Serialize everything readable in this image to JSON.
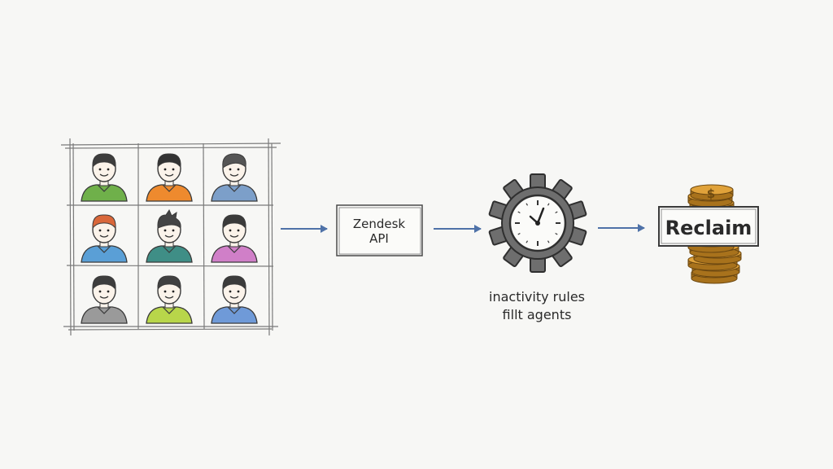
{
  "agents_grid": {
    "rows": 3,
    "cols": 3,
    "agents": [
      {
        "shirt": "#6fb04a",
        "hair": "#3d3d3d",
        "hair_style": "short"
      },
      {
        "shirt": "#ee8a2e",
        "hair": "#333333",
        "hair_style": "short"
      },
      {
        "shirt": "#7c9fc9",
        "hair": "#555555",
        "hair_style": "side"
      },
      {
        "shirt": "#5a9fd6",
        "hair": "#d9673a",
        "hair_style": "short"
      },
      {
        "shirt": "#3f8e86",
        "hair": "#444444",
        "hair_style": "spiky"
      },
      {
        "shirt": "#d07fc8",
        "hair": "#3a3a3a",
        "hair_style": "short"
      },
      {
        "shirt": "#9a9a9a",
        "hair": "#3d3d3d",
        "hair_style": "short"
      },
      {
        "shirt": "#b8d64a",
        "hair": "#404040",
        "hair_style": "short"
      },
      {
        "shirt": "#6f9ad8",
        "hair": "#3b3b3b",
        "hair_style": "short"
      }
    ]
  },
  "api_box": {
    "line1": "Zendesk",
    "line2": "API"
  },
  "rules_engine": {
    "icon": "gear-clock-icon",
    "caption_line1": "inactivity rules",
    "caption_line2": "fillt agents"
  },
  "reclaim": {
    "label": "Reclaim",
    "icon": "coin-stack-icon",
    "coin_symbol": "$"
  },
  "colors": {
    "arrow": "#4f72a8",
    "ink": "#3a3a3a",
    "coin": "#e0a23a",
    "coin_dark": "#a8721c",
    "skin": "#fbf3ea"
  }
}
